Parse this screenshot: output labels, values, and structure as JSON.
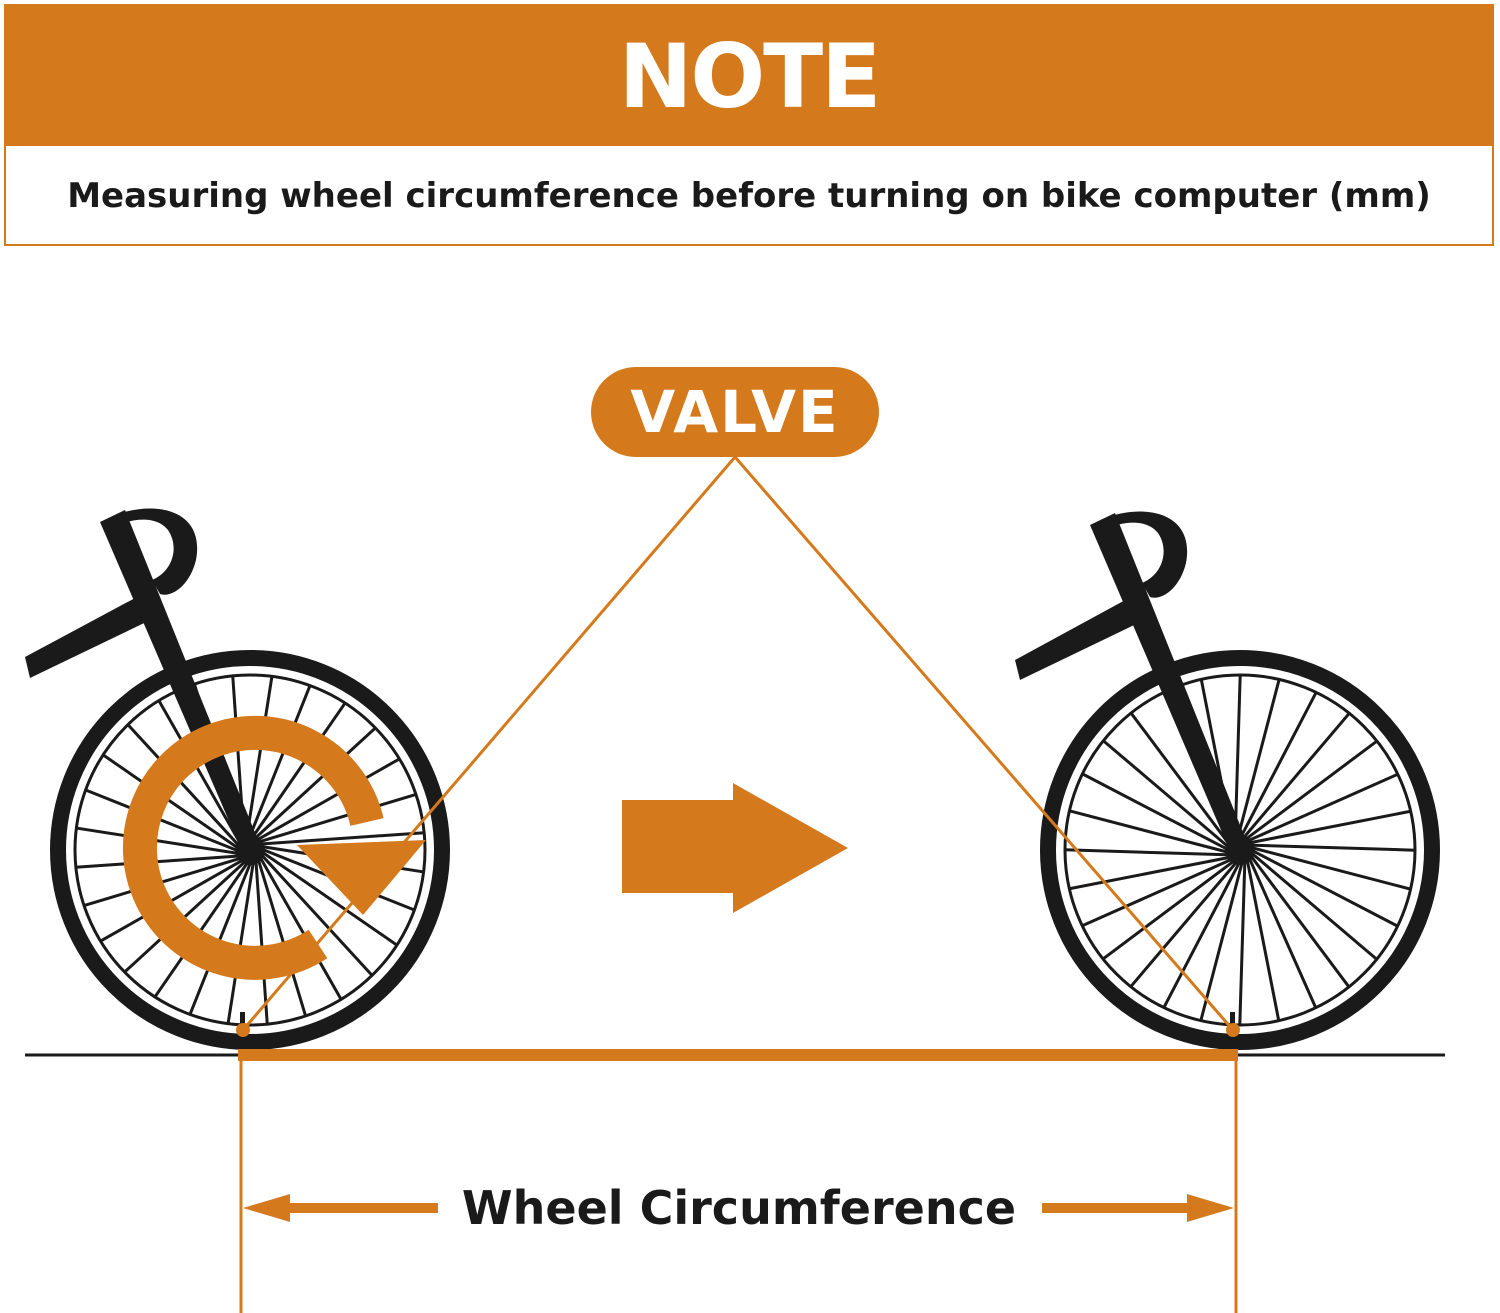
{
  "note": {
    "title": "NOTE",
    "subtitle": "Measuring wheel circumference before turning on bike computer (mm)"
  },
  "diagram": {
    "valve_label": "VALVE",
    "measure_label": "Wheel Circumference"
  },
  "colors": {
    "accent": "#d47a1d",
    "ink": "#1a1a1a",
    "background": "#ffffff"
  },
  "icons": [
    "bicycle-front-left",
    "bicycle-front-right",
    "rotation-arrow-icon",
    "direction-arrow-icon"
  ]
}
